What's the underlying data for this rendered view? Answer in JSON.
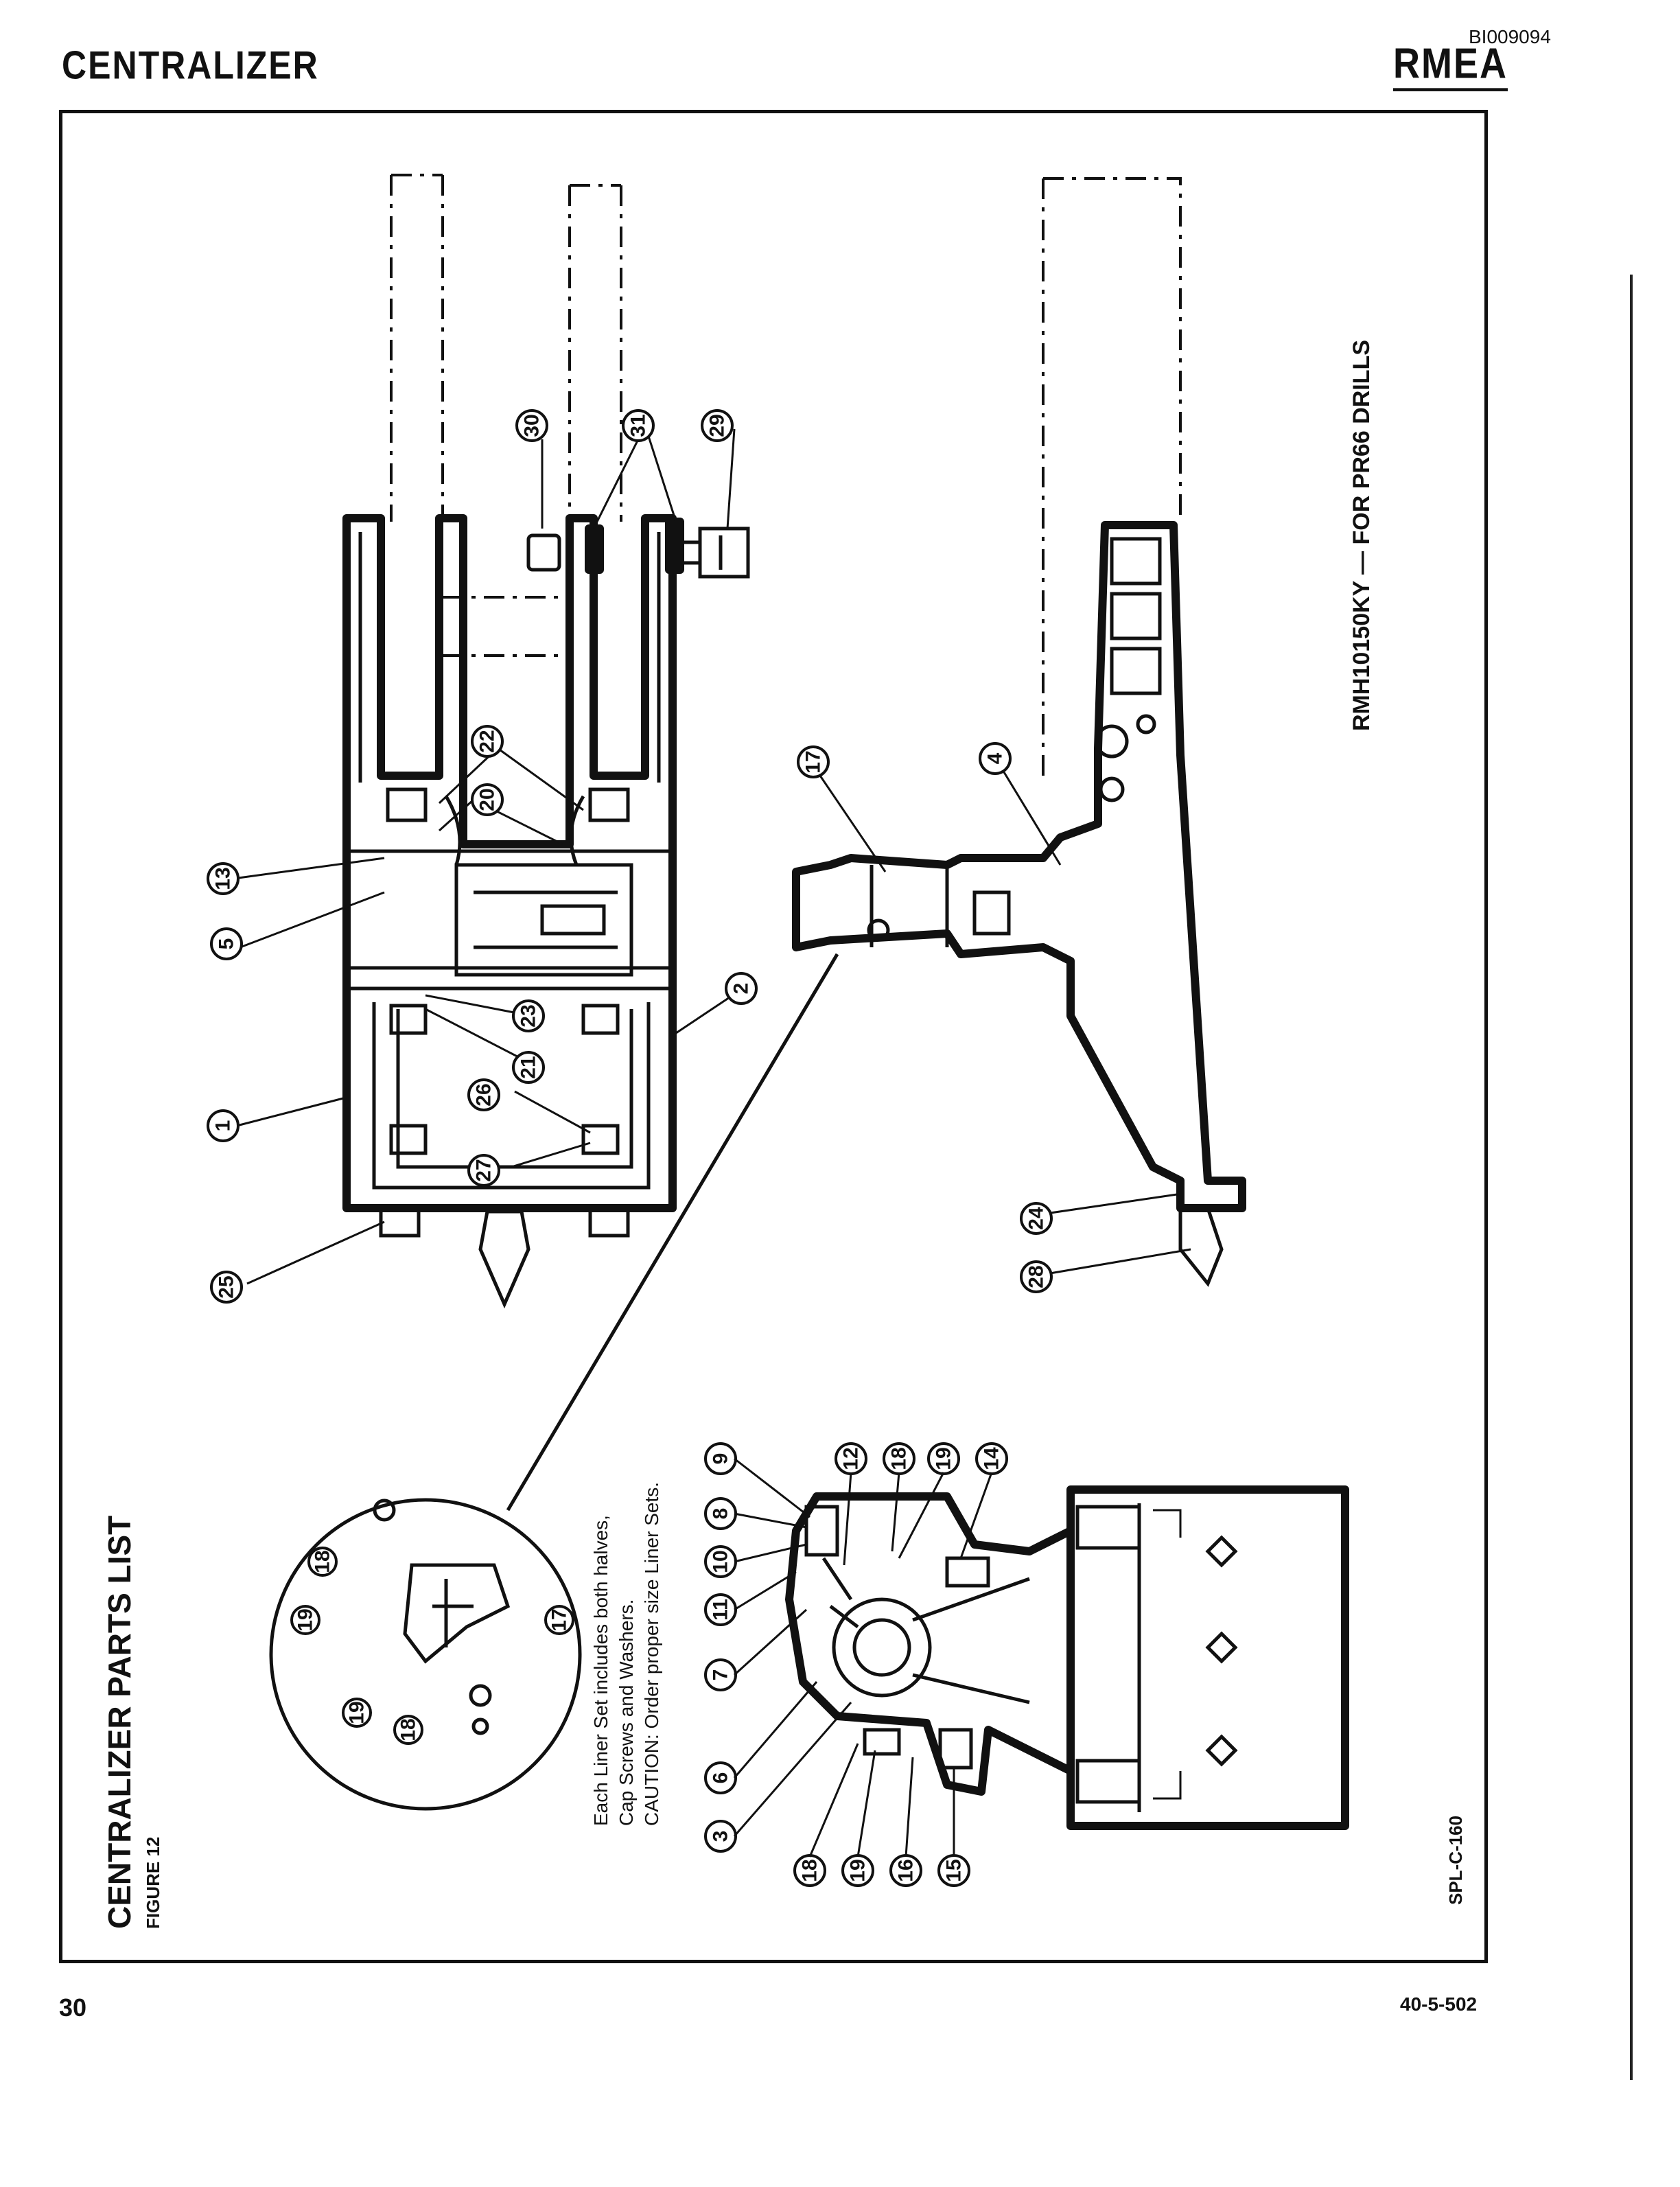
{
  "header": {
    "title_left": "CENTRALIZER",
    "title_right": "RMEA",
    "doc_code": "BI009094"
  },
  "footer": {
    "page_number": "30",
    "doc_number": "40-5-502"
  },
  "figure": {
    "parts_list_title": "CENTRALIZER PARTS LIST",
    "figure_label": "FIGURE 12",
    "model_label": "RMH10150KY — FOR PR66 DRILLS",
    "drawing_code": "SPL-C-160",
    "notes": [
      "Each Liner Set includes both halves,",
      "Cap Screws and Washers.",
      "CAUTION: Order proper size Liner Sets."
    ]
  },
  "callouts": {
    "main_assembly": [
      "1",
      "2",
      "5",
      "13",
      "20",
      "21",
      "22",
      "23",
      "25",
      "26",
      "27"
    ],
    "fork_hardware": [
      "29",
      "30",
      "31"
    ],
    "arm": [
      "4",
      "17",
      "24",
      "28"
    ],
    "detail_exploded": [
      "17",
      "18",
      "19"
    ],
    "liner_section": [
      "3",
      "6",
      "7",
      "8",
      "9",
      "10",
      "11",
      "12",
      "14",
      "15",
      "16",
      "18",
      "19"
    ]
  }
}
